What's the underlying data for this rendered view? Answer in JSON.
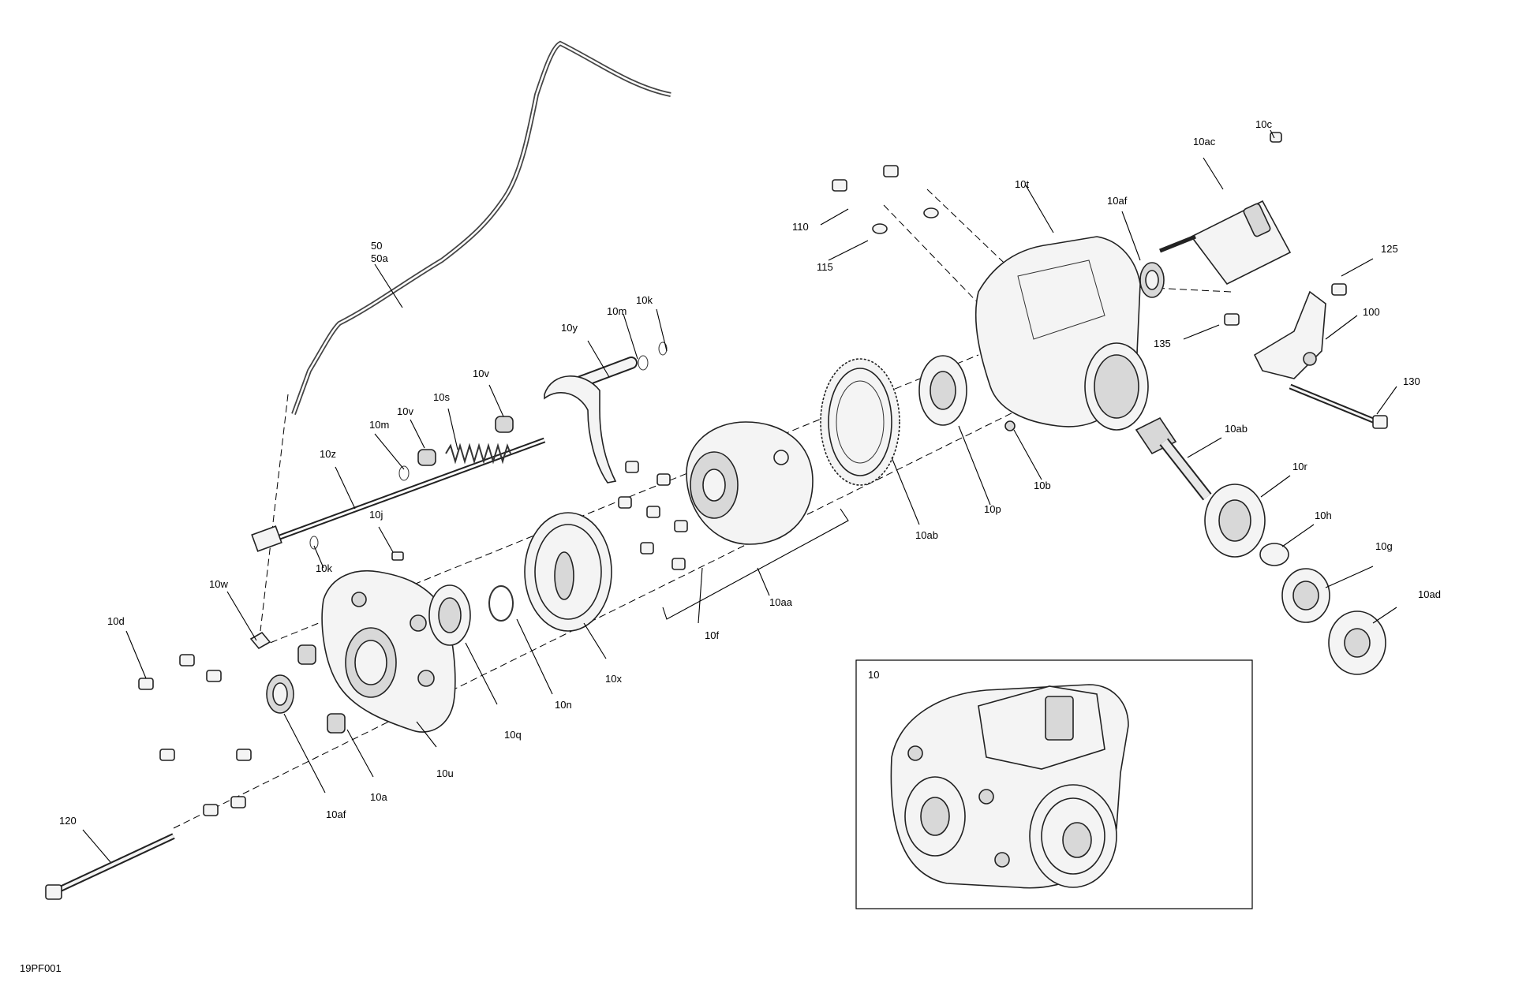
{
  "diagram_id": "19PF001",
  "inset_label": "10",
  "labels": {
    "l50": "50",
    "l50a": "50a",
    "l10c": "10c",
    "l10ac": "10ac",
    "l10t": "10t",
    "l10af_top": "10af",
    "l110": "110",
    "l115": "115",
    "l125": "125",
    "l100": "100",
    "l135": "135",
    "l130": "130",
    "l10k_top": "10k",
    "l10m_top": "10m",
    "l10y": "10y",
    "l10v_right": "10v",
    "l10s": "10s",
    "l10v_left": "10v",
    "l10m_left": "10m",
    "l10z": "10z",
    "l10j": "10j",
    "l10k_bottom": "10k",
    "l10w": "10w",
    "l10d": "10d",
    "l10ab_ring": "10ab",
    "l10p": "10p",
    "l10b": "10b",
    "l10ab_shaft": "10ab",
    "l10r": "10r",
    "l10h": "10h",
    "l10g": "10g",
    "l10ad": "10ad",
    "l10aa": "10aa",
    "l10f": "10f",
    "l10x": "10x",
    "l10n": "10n",
    "l10q": "10q",
    "l10u": "10u",
    "l10a": "10a",
    "l10af_bottom": "10af",
    "l120": "120"
  }
}
